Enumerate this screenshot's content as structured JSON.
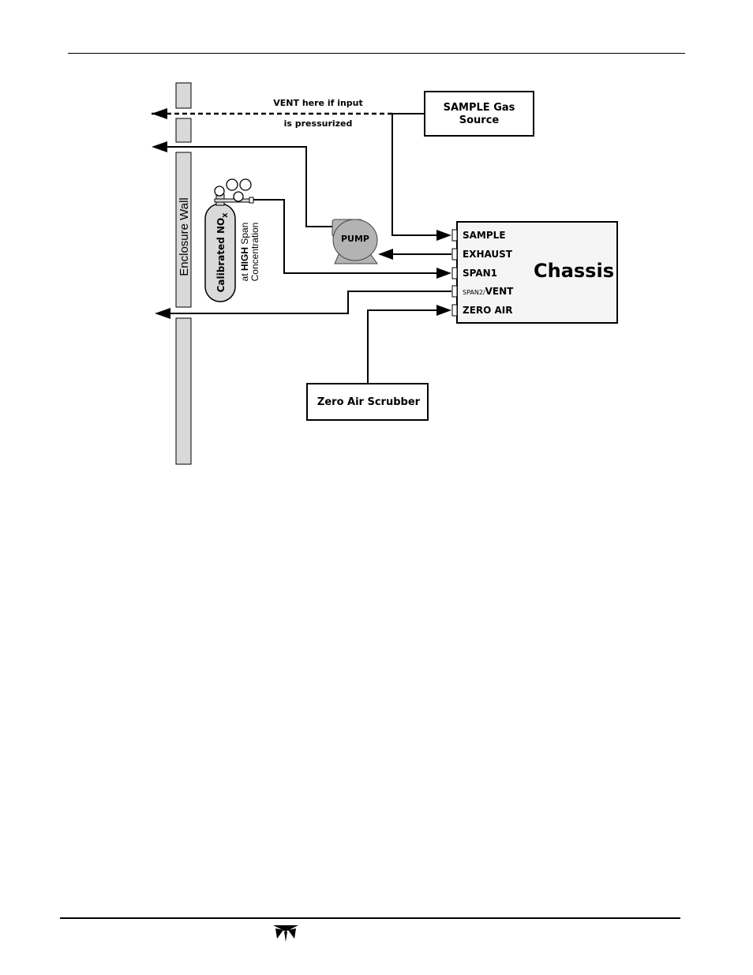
{
  "diagram": {
    "vent_note": {
      "line1_bold": "VENT",
      "line1_rest": "here if input",
      "line2": "is pressurized"
    },
    "sample_source": {
      "line1": "SAMPLE Gas",
      "line2": "Source"
    },
    "enclosure_wall_label": "Enclosure Wall",
    "cylinder": {
      "label_main": "Calibrated NO",
      "label_sub": "X",
      "note_prefix": "at ",
      "note_bold": "HIGH",
      "note_suffix": " Span",
      "note_line2": "Concentration"
    },
    "pump_label": "PUMP",
    "chassis": {
      "title": "Chassis",
      "ports": {
        "sample": "SAMPLE",
        "exhaust": "EXHAUST",
        "span1": "SPAN1",
        "vent_small": "SPAN2/",
        "vent_main": "VENT",
        "zero_air": "ZERO AIR"
      }
    },
    "scrubber_label": "Zero Air Scrubber"
  },
  "footer": {
    "logo_icon": "teledyne-logo-icon"
  }
}
